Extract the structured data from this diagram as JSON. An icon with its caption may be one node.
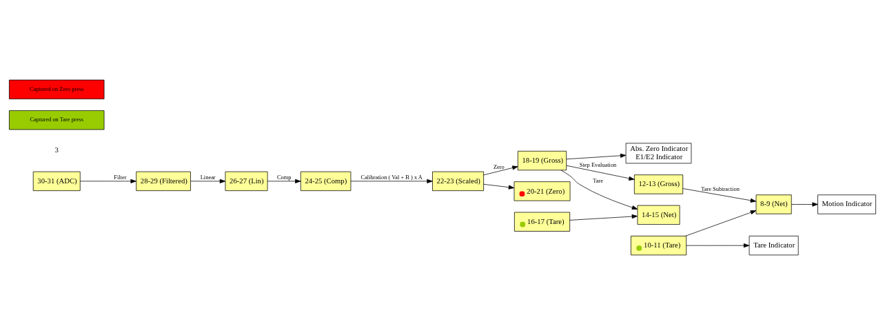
{
  "diagram": {
    "nodes": [
      {
        "text": [
          "30-31 (ADC)"
        ]
      },
      {
        "text": [
          "28-29 (Filtered)"
        ]
      },
      {
        "text": [
          "26-27 (Lin)"
        ]
      },
      {
        "text": [
          "24-25 (Comp)"
        ]
      },
      {
        "text": [
          "22-23 (Scaled)"
        ]
      },
      {
        "text": [
          "18-19 (Gross)"
        ]
      },
      {
        "text": [
          "14-15 (Net)"
        ]
      },
      {
        "text": [
          "20-21 (Zero)"
        ]
      },
      {
        "text": [
          "16-17 (Tare)"
        ]
      },
      {
        "text": [
          "12-13 (Gross)"
        ]
      },
      {
        "text": [
          "8-9 (Net)"
        ]
      },
      {
        "text": [
          "Abs. Zero Indicator",
          "E1/E2 Indicator"
        ]
      },
      {
        "text": [
          "10-11 (Tare)"
        ]
      },
      {
        "text": [
          "Tare Indicator"
        ]
      },
      {
        "text": [
          "Motion Indicator"
        ]
      }
    ],
    "edges": [
      {
        "from": 0,
        "to": 1,
        "arrow": "to",
        "label": "Filter"
      },
      {
        "from": 1,
        "to": 2,
        "arrow": "to",
        "label": "Linear"
      },
      {
        "from": 2,
        "to": 3,
        "arrow": "to",
        "label": "Comp"
      },
      {
        "from": 3,
        "to": 4,
        "arrow": "to",
        "label": "Calibration ( Val + B ) x A"
      },
      {
        "from": 4,
        "to": 5,
        "arrow": "to",
        "label": "Zero"
      },
      {
        "from": 4,
        "to": 7,
        "arrow": "to"
      },
      {
        "from": 5,
        "to": 6,
        "arrow": "to",
        "label": "Tare"
      },
      {
        "from": 8,
        "to": 6,
        "arrow": "to"
      },
      {
        "from": 5,
        "to": 9,
        "arrow": "to",
        "label": "Step Evaluation"
      },
      {
        "from": 5,
        "to": 11,
        "arrow": "to"
      },
      {
        "from": 9,
        "to": 10,
        "arrow": "to",
        "label": "Tare Subtraction"
      },
      {
        "from": 12,
        "to": 10,
        "arrow": "to"
      },
      {
        "from": 12,
        "to": 13,
        "arrow": "to"
      },
      {
        "from": 10,
        "to": 14,
        "arrow": "to"
      }
    ],
    "labels": [
      "3"
    ],
    "legend": [
      {
        "text": "Captured on Zero press",
        "color": "#ff0000"
      },
      {
        "text": "Captured on Tare press",
        "color": "#99cc00"
      }
    ]
  }
}
